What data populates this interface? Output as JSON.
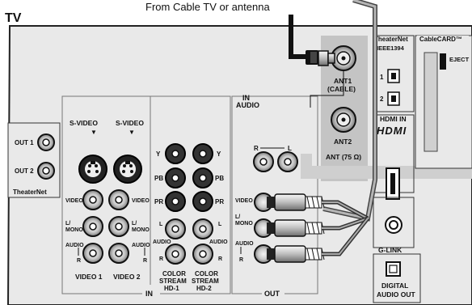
{
  "tv_label": "TV",
  "source_label": "From Cable TV or antenna",
  "theaternet_left": {
    "out1": "OUT 1",
    "out2": "OUT 2",
    "name": "TheaterNet"
  },
  "svideo": {
    "label1": "S-VIDEO",
    "label2": "S-VIDEO"
  },
  "composite": {
    "video_l": "VIDEO",
    "video_r": "VIDEO",
    "lmono_l": "L/\nMONO",
    "lmono_r": "L/\nMONO",
    "audio_l": "AUDIO",
    "audio_r": "AUDIO",
    "r_l": "R",
    "r_r": "R",
    "video1": "VIDEO 1",
    "video2": "VIDEO 2"
  },
  "component": {
    "y1": "Y",
    "y2": "Y",
    "pb1": "PB",
    "pb2": "PB",
    "pr1": "PR",
    "pr2": "PR",
    "l1": "L",
    "l2": "L",
    "audio1": "AUDIO",
    "audio2": "AUDIO",
    "r1": "R",
    "r2": "R",
    "cs1": [
      "COLOR",
      "STREAM",
      "HD-1"
    ],
    "cs2": [
      "COLOR",
      "STREAM",
      "HD-2"
    ]
  },
  "in_label": "IN",
  "in_audio": {
    "in": "IN",
    "audio": "AUDIO",
    "r": "R",
    "l": "L"
  },
  "antenna": {
    "ant1": "ANT1",
    "cable": "(CABLE)",
    "ant2": "ANT2",
    "ant75": "ANT (75 Ω)"
  },
  "out": {
    "video": "VIDEO",
    "lmono": [
      "L/",
      "MONO"
    ],
    "audio": "AUDIO",
    "r": "R",
    "label": "OUT"
  },
  "theaternet_right": {
    "title": "TheaterNet",
    "sub": "IEEE1394",
    "p1": "1",
    "p2": "2"
  },
  "cablecard": {
    "title": "CableCARD™",
    "eject": "EJECT"
  },
  "hdmi": {
    "in": "HDMI IN",
    "logo": "HDMI"
  },
  "glink": "G-LINK",
  "digital_audio": [
    "DIGITAL",
    "AUDIO OUT"
  ]
}
